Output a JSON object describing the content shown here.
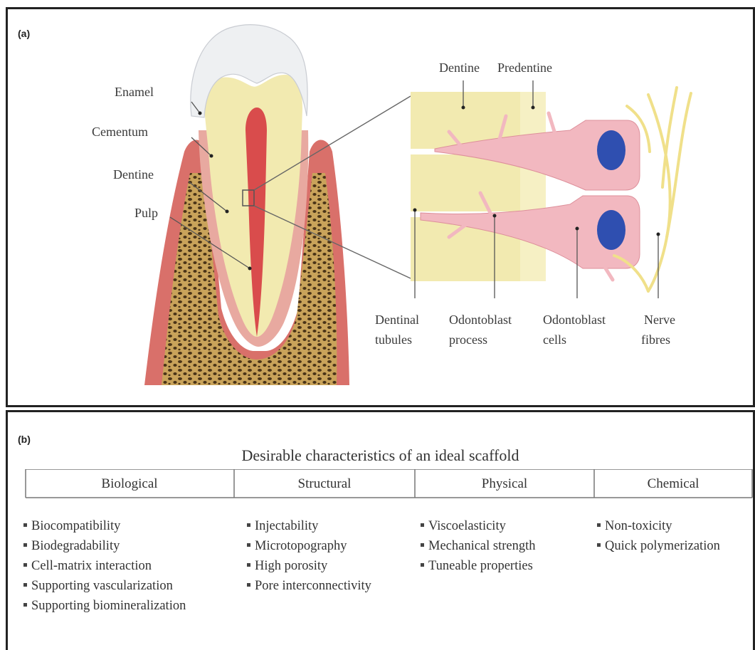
{
  "panel_a": {
    "tag": "(a)",
    "labels": {
      "enamel": "Enamel",
      "cementum": "Cementum",
      "dentine": "Dentine",
      "pulp": "Pulp",
      "dentine_top": "Dentine",
      "predentine": "Predentine",
      "dentinal_1": "Dentinal",
      "dentinal_2": "tubules",
      "odontoblast_process_1": "Odontoblast",
      "odontoblast_process_2": "process",
      "odontoblast_cells_1": "Odontoblast",
      "odontoblast_cells_2": "cells",
      "nerve_1": "Nerve",
      "nerve_2": "fibres"
    },
    "colors": {
      "enamel": "#eef0f2",
      "dentine": "#f2eab0",
      "pulp": "#d94c4c",
      "gum": "#d9706a",
      "bone": "#b58f4e",
      "cell": "#f2b8c0",
      "nucleus": "#2f4fb0",
      "nerve": "#f0e08a"
    }
  },
  "panel_b": {
    "tag": "(b)",
    "title": "Desirable characteristics of an ideal scaffold",
    "categories": [
      {
        "name": "Biological",
        "items": [
          "Biocompatibility",
          "Biodegradability",
          "Cell-matrix interaction",
          "Supporting vascularization",
          "Supporting biomineralization"
        ]
      },
      {
        "name": "Structural",
        "items": [
          "Injectability",
          "Microtopography",
          "High porosity",
          "Pore interconnectivity"
        ]
      },
      {
        "name": "Physical",
        "items": [
          "Viscoelasticity",
          "Mechanical strength",
          "Tuneable properties"
        ]
      },
      {
        "name": "Chemical",
        "items": [
          "Non-toxicity",
          "Quick polymerization"
        ]
      }
    ]
  }
}
